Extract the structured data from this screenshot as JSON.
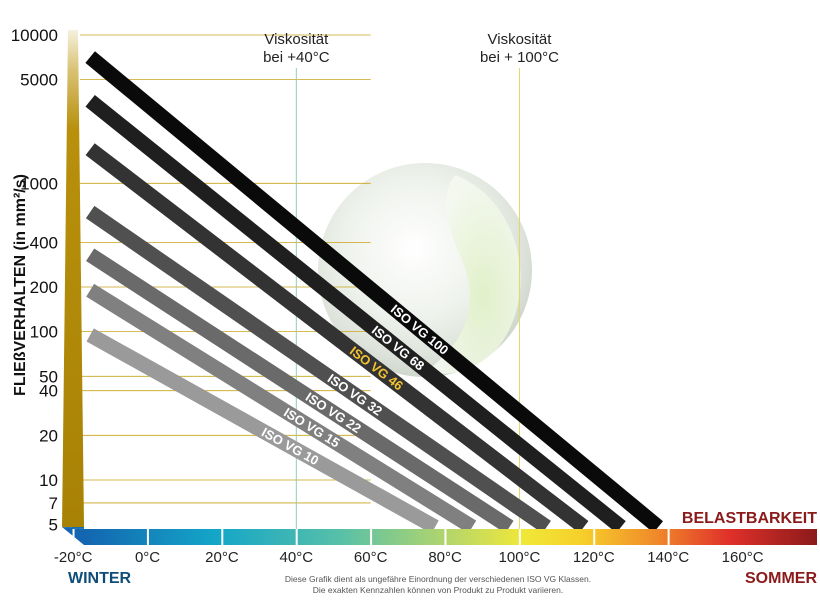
{
  "chart_data": {
    "type": "line",
    "title": "",
    "ylabel": "FLIEßVERHALTEN (in mm²/s)",
    "xlabel": "",
    "y_scale": "log",
    "yticks": [
      5,
      7,
      10,
      20,
      40,
      50,
      100,
      200,
      400,
      1000,
      5000,
      10000
    ],
    "ytick_labels": [
      "5",
      "7",
      "10",
      "20",
      "40",
      "50",
      "100",
      "200",
      "400",
      "1000",
      "5000",
      "10000"
    ],
    "ylim": [
      4.6,
      10000
    ],
    "xticks": [
      -20,
      0,
      20,
      40,
      60,
      80,
      100,
      120,
      140,
      160
    ],
    "xtick_labels": [
      "-20°C",
      "0°C",
      "20°C",
      "40°C",
      "60°C",
      "80°C",
      "100°C",
      "120°C",
      "140°C",
      "160°C"
    ],
    "xlim": [
      -23,
      180
    ],
    "grid": "horizontal lines at each y tick",
    "annotations": [
      {
        "line1": "Viskosität",
        "line2": "bei +40°C",
        "x": 40
      },
      {
        "line1": "Viskosität",
        "line2": "bei + 100°C",
        "x": 100
      }
    ],
    "series": [
      {
        "name": "ISO VG 100",
        "color": "#0a0a0a",
        "text_color": "#ffffff",
        "x": [
          -20,
          140
        ],
        "y": [
          7100,
          4.6
        ]
      },
      {
        "name": "ISO VG 68",
        "color": "#1f1f1f",
        "text_color": "#ffffff",
        "x": [
          -20,
          130
        ],
        "y": [
          3600,
          4.6
        ]
      },
      {
        "name": "ISO VG 46",
        "color": "#333333",
        "text_color": "#f2c230",
        "x": [
          -20,
          120
        ],
        "y": [
          1700,
          4.6
        ]
      },
      {
        "name": "ISO VG 32",
        "color": "#505050",
        "text_color": "#ffffff",
        "x": [
          -20,
          110
        ],
        "y": [
          640,
          4.6
        ]
      },
      {
        "name": "ISO VG 22",
        "color": "#6a6a6a",
        "text_color": "#ffffff",
        "x": [
          -20,
          100
        ],
        "y": [
          330,
          4.6
        ]
      },
      {
        "name": "ISO VG 15",
        "color": "#808080",
        "text_color": "#ffffff",
        "x": [
          -20,
          90
        ],
        "y": [
          190,
          4.6
        ]
      },
      {
        "name": "ISO VG 10",
        "color": "#9a9a9a",
        "text_color": "#ffffff",
        "x": [
          -20,
          80
        ],
        "y": [
          95,
          4.6
        ]
      }
    ],
    "colors": {
      "gold_bar": "#b8900c",
      "grid": "#c9a318",
      "line40": "#8fcfb0",
      "line100": "#e2d66a",
      "summer": "#8b1a1a",
      "winter": "#0e4d7a"
    },
    "corner_labels": {
      "top_right": "BELASTBARKEIT",
      "bottom_left": "WINTER",
      "bottom_right": "SOMMER"
    },
    "footnote": [
      "Diese Grafik dient als ungefähre Einordnung der verschiedenen ISO VG Klassen.",
      "Die exakten Kennzahlen können von Produkt zu Produkt variieren."
    ]
  }
}
